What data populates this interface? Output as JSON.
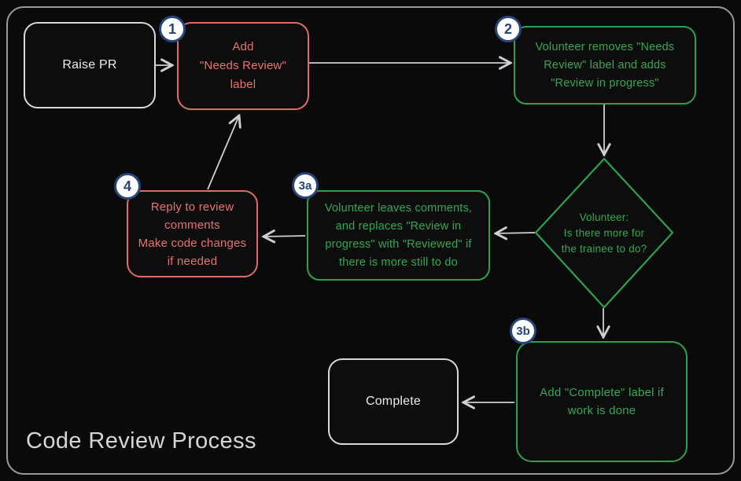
{
  "title": "Code Review Process",
  "nodes": {
    "raise_pr": {
      "label": "Raise PR"
    },
    "add_needs_review": {
      "badge": "1",
      "label": "Add\n\"Needs Review\"\nlabel"
    },
    "volunteer_removes": {
      "badge": "2",
      "label": "Volunteer removes \"Needs\nReview\" label and adds\n\"Review in progress\""
    },
    "decision": {
      "label": "Volunteer:\nIs there more for\nthe trainee to do?"
    },
    "leaves_comments": {
      "badge": "3a",
      "label": "Volunteer leaves comments,\nand replaces \"Review in\nprogress\" with \"Reviewed\" if\nthere is more still to do"
    },
    "reply_comments": {
      "badge": "4",
      "label": "Reply to review\ncomments\nMake code changes\nif needed"
    },
    "add_complete": {
      "badge": "3b",
      "label": "Add \"Complete\" label if\nwork is done"
    },
    "complete": {
      "label": "Complete"
    }
  },
  "colors": {
    "background": "#0a0a0a",
    "frame": "#9a9a9a",
    "neutral_node": "#d9d9d9",
    "red_node": "#e16a6a",
    "green_node": "#2da04f",
    "arrow": "#cfcfcf",
    "badge_border": "#274577",
    "badge_fill": "#ffffff"
  }
}
